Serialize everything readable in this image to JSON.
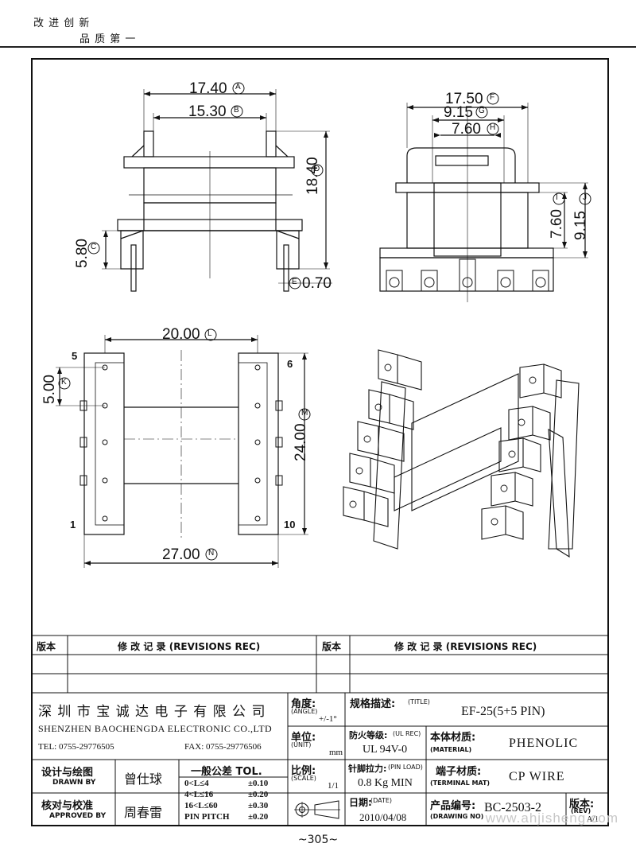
{
  "header": {
    "slogan_line1": "改 进 创 新",
    "slogan_line2": "品 质 第 一"
  },
  "drawing": {
    "front_view": {
      "width_outer": "17.40",
      "label_a": "A",
      "width_inner": "15.30",
      "label_b": "B",
      "height_total": "18.40",
      "label_d": "D",
      "pin_length": "5.80",
      "label_c": "C",
      "pin_dia": "0.70",
      "label_e": "E"
    },
    "side_view": {
      "width_outer": "17.50",
      "label_f": "F",
      "width_mid": "9.15",
      "label_g": "G",
      "width_inner": "7.60",
      "label_h": "H",
      "height_inner": "7.60",
      "label_i": "I",
      "height_outer": "9.15",
      "label_j": "J"
    },
    "bottom_view": {
      "span": "20.00",
      "label_l": "L",
      "pitch": "5.00",
      "label_k": "K",
      "height": "24.00",
      "label_m": "M",
      "width_total": "27.00",
      "label_n": "N",
      "pin_1": "1",
      "pin_5": "5",
      "pin_6": "6",
      "pin_10": "10"
    }
  },
  "revisions": {
    "col_version": "版本",
    "col_record": "修 改 记 录 (REVISIONS REC)"
  },
  "title_block": {
    "company_cn": "深 圳 市 宝 诚 达 电 子 有 限 公 司",
    "company_en": "SHENZHEN BAOCHENGDA ELECTRONIC CO.,LTD",
    "tel": "TEL: 0755-29776505",
    "fax": "FAX: 0755-29776506",
    "angle_label": "角度:",
    "angle_label_en": "(ANGLE)",
    "angle_value": "+/-1°",
    "unit_label": "单位:",
    "unit_label_en": "(UNIT)",
    "unit_value": "mm",
    "title_label": "规格描述:",
    "title_label_en": "(TITLE)",
    "title_value": "EF-25(5+5 PIN)",
    "fire_label": "防火等级:",
    "fire_label_en": "(UL REC)",
    "fire_value": "UL 94V-0",
    "material_label": "本体材质:",
    "material_label_en": "(MATERIAL)",
    "material_value": "PHENOLIC",
    "drawn_label": "设计与绘图",
    "drawn_label_en": "DRAWN BY",
    "drawn_value": "曾仕球",
    "approved_label": "核对与校准",
    "approved_label_en": "APPROVED BY",
    "approved_value": "周春雷",
    "tol_title": "一般公差 TOL.",
    "tol_rows": [
      {
        "range": "0<L≤4",
        "value": "±0.10"
      },
      {
        "range": "4<L≤16",
        "value": "±0.20"
      },
      {
        "range": "16<L≤60",
        "value": "±0.30"
      },
      {
        "range": "PIN PITCH",
        "value": "±0.20"
      }
    ],
    "scale_label": "比例:",
    "scale_label_en": "(SCALE)",
    "scale_value": "1/1",
    "pinload_label": "针脚拉力:",
    "pinload_label_en": "(PIN LOAD)",
    "pinload_value": "0.8 Kg MIN",
    "term_label": "端子材质:",
    "term_label_en": "(TERMINAL MAT)",
    "term_value": "CP WIRE",
    "date_label": "日期:",
    "date_label_en": "(DATE)",
    "date_value": "2010/04/08",
    "dwgno_label": "产品编号:",
    "dwgno_label_en": "(DRAWING NO)",
    "dwgno_value": "BC-2503-2",
    "rev_label": "版本:",
    "rev_label_en": "(REV)",
    "rev_value": "A/1"
  },
  "footer": {
    "page": "~305~",
    "watermark": "www.ahjisheng.com"
  }
}
